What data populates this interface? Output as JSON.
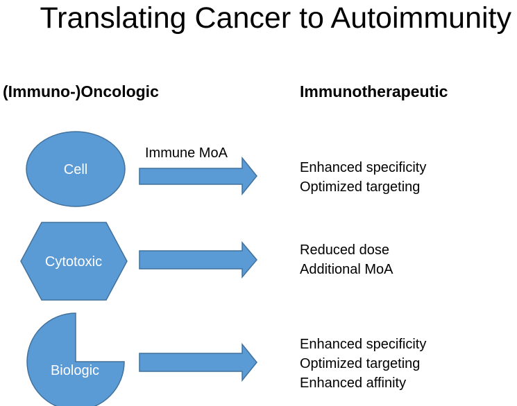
{
  "title": "Translating Cancer to Autoimmunity",
  "headers": {
    "left": "(Immuno-)Oncologic",
    "right": "Immunotherapeutic"
  },
  "colors": {
    "shape_fill": "#5b9bd5",
    "shape_stroke": "#41719c",
    "text": "#000000"
  },
  "rows": [
    {
      "shape": "ellipse",
      "label": "Cell",
      "arrow_label": "Immune MoA",
      "outcomes": [
        "Enhanced specificity",
        "Optimized targeting"
      ]
    },
    {
      "shape": "hexagon",
      "label": "Cytotoxic",
      "arrow_label": "",
      "outcomes": [
        "Reduced dose",
        "Additional MoA"
      ]
    },
    {
      "shape": "pie",
      "label": "Biologic",
      "arrow_label": "",
      "outcomes": [
        "Enhanced specificity",
        "Optimized targeting",
        "Enhanced affinity"
      ]
    }
  ]
}
